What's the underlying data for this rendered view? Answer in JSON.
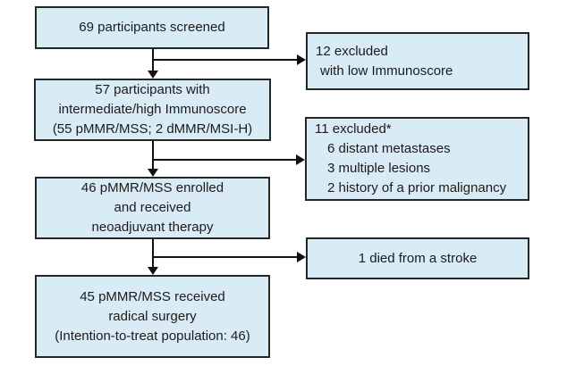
{
  "diagram": {
    "type": "flowchart",
    "description": "participant-flow-consort-diagram",
    "colors": {
      "box_fill": "#d9ecf6",
      "box_border": "#262626",
      "arrow": "#111111",
      "text": "#1b1b1b",
      "background": "#ffffff"
    },
    "main_boxes": [
      {
        "id": "screened",
        "lines": [
          "69 participants screened"
        ]
      },
      {
        "id": "immunoscore",
        "lines": [
          "57 participants with",
          "intermediate/high Immunoscore",
          "(55 pMMR/MSS; 2 dMMR/MSI-H)"
        ]
      },
      {
        "id": "enrolled",
        "lines": [
          "46 pMMR/MSS enrolled",
          "and received",
          "neoadjuvant therapy"
        ]
      },
      {
        "id": "surgery",
        "lines": [
          "45 pMMR/MSS received",
          "radical surgery",
          "(Intention-to-treat population: 46)"
        ]
      }
    ],
    "side_boxes": [
      {
        "id": "excluded-low-immunoscore",
        "lines": [
          "12 excluded",
          "with low Immunoscore"
        ]
      },
      {
        "id": "excluded-other",
        "lines": [
          "11 excluded*",
          "6 distant metastases",
          "3 multiple lesions",
          "2 history of a prior malignancy"
        ]
      },
      {
        "id": "died-stroke",
        "lines": [
          "1 died from a stroke"
        ]
      }
    ]
  }
}
